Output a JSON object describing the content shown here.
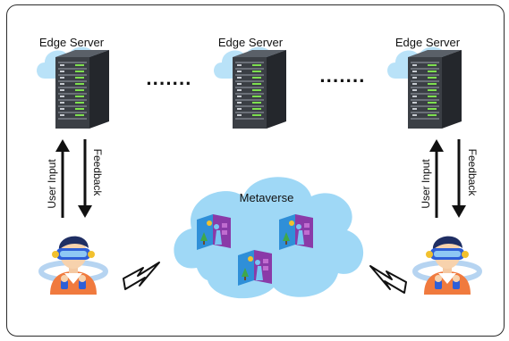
{
  "servers": [
    {
      "label": "Edge Server"
    },
    {
      "label": "Edge Server"
    },
    {
      "label": "Edge Server"
    }
  ],
  "separators": [
    "·······",
    "·······"
  ],
  "left_link": {
    "up_label": "User Input",
    "down_label": "Feedback"
  },
  "right_link": {
    "up_label": "User Input",
    "down_label": "Feedback"
  },
  "metaverse": {
    "label": "Metaverse"
  },
  "colors": {
    "cloud": "#b9e2f8",
    "cloud_big": "#9fd8f6",
    "server_body": "#3b3f45",
    "server_led": "#7ee04f",
    "screen_purple": "#8a3aa8",
    "screen_blue": "#2f8fd8",
    "headset": "#2e5fd8",
    "shirt": "#f07a3e",
    "hair": "#1f2e63"
  },
  "icons": [
    "cloud-icon",
    "server-rack-icon",
    "arrow-up-icon",
    "arrow-down-icon",
    "lightning-bolt-icon",
    "vr-user-icon",
    "virtual-screen-icon"
  ]
}
